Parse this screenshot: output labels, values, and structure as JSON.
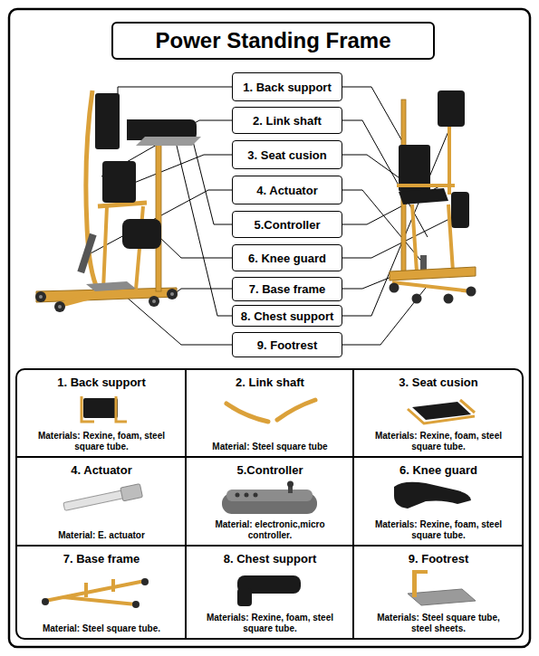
{
  "diagram": {
    "title": "Power Standing Frame",
    "nodes": [
      {
        "text": [
          "1. Back support"
        ]
      },
      {
        "text": [
          "2. Link shaft"
        ]
      },
      {
        "text": [
          "3. Seat cusion"
        ]
      },
      {
        "text": [
          "4. Actuator"
        ]
      },
      {
        "text": [
          "5.Controller"
        ]
      },
      {
        "text": [
          "6. Knee guard"
        ]
      },
      {
        "text": [
          "7. Base frame"
        ]
      },
      {
        "text": [
          "8. Chest support"
        ]
      },
      {
        "text": [
          "9. Footrest"
        ]
      },
      {
        "text": [
          "1. Back support",
          "Materials: Rexine, foam, steel square tube."
        ]
      },
      {
        "text": [
          "2. Link shaft",
          "Material: Steel square tube"
        ]
      },
      {
        "text": [
          "3. Seat cusion",
          "Materials: Rexine, foam, steel square tube."
        ]
      },
      {
        "text": [
          "4. Actuator",
          "Material: E. actuator"
        ]
      },
      {
        "text": [
          "5.Controller",
          "Material: electronic,micro controller."
        ]
      },
      {
        "text": [
          "6. Knee guard",
          "Materials: Rexine, foam, steel square tube."
        ]
      },
      {
        "text": [
          "7. Base frame",
          "Material: Steel square tube."
        ]
      },
      {
        "text": [
          "8. Chest support",
          "Materials: Rexine, foam, steel square tube."
        ]
      },
      {
        "text": [
          "9. Footrest",
          "Materials: Steel square tube, steel sheets."
        ]
      }
    ]
  }
}
